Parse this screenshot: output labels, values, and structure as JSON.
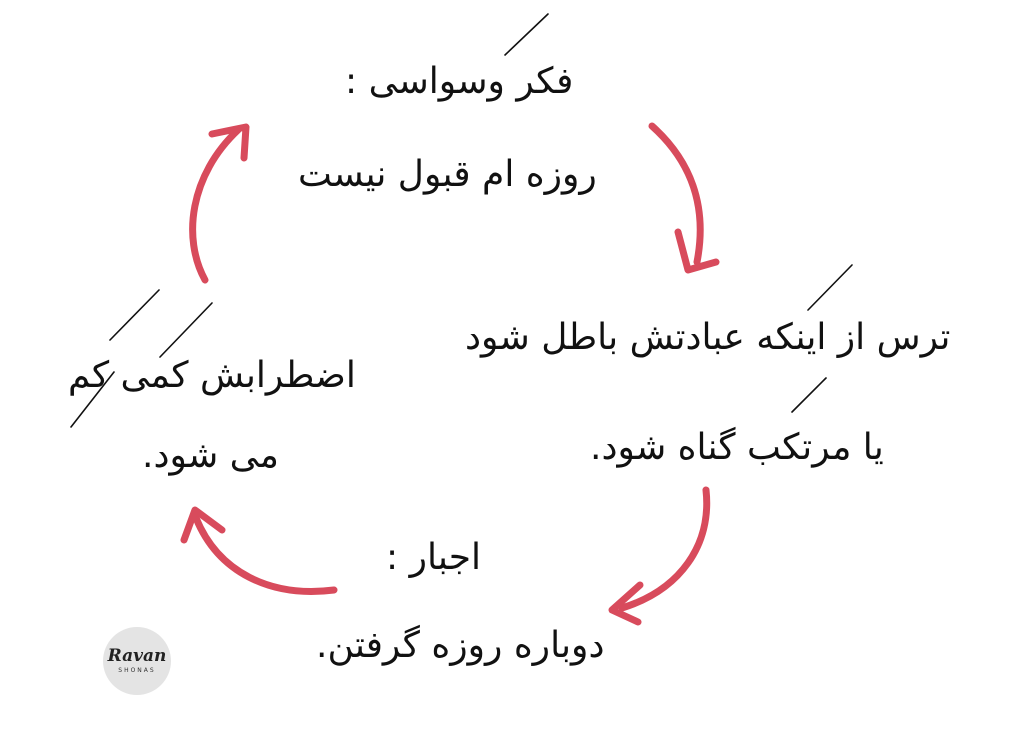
{
  "nodes": {
    "obsessive_thought": {
      "title": "فکر وسواسی :",
      "body": "روزه ام قبول نیست"
    },
    "fear": {
      "line1": "ترس از اینکه عبادتش باطل شود",
      "line2": "یا مرتکب گناه شود."
    },
    "compulsion": {
      "title": "اجبار :",
      "body": "دوباره روزه گرفتن."
    },
    "anxiety_relief": {
      "line1": "اضطرابش کمی کم",
      "line2": "می شود."
    }
  },
  "logo": {
    "main": "Ravan",
    "sub": "SHONAS"
  },
  "colors": {
    "arrow": "#d84b5c",
    "text": "#111111",
    "accent_lines": "#111111",
    "logo_bg": "#e4e4e4"
  },
  "icons": {
    "arrow": "curved-arrow-icon"
  }
}
